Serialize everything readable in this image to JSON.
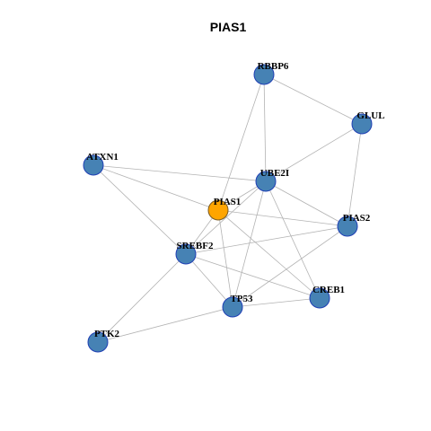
{
  "title": "PIAS1",
  "colors": {
    "node_fill": "#4682B4",
    "node_stroke": "#1F3FB4",
    "focus_fill": "#FFA500",
    "focus_stroke": "#7A5A20",
    "edge": "#B3B3B3"
  },
  "nodes": [
    {
      "id": "RBBP6",
      "label": "RBBP6",
      "focus": false
    },
    {
      "id": "GLUL",
      "label": "GLUL",
      "focus": false
    },
    {
      "id": "ATXN1",
      "label": "ATXN1",
      "focus": false
    },
    {
      "id": "UBE2I",
      "label": "UBE2I",
      "focus": false
    },
    {
      "id": "PIAS1",
      "label": "PIAS1",
      "focus": true
    },
    {
      "id": "PIAS2",
      "label": "PIAS2",
      "focus": false
    },
    {
      "id": "SREBF2",
      "label": "SREBF2",
      "focus": false
    },
    {
      "id": "CREB1",
      "label": "CREB1",
      "focus": false
    },
    {
      "id": "TP53",
      "label": "TP53",
      "focus": false
    },
    {
      "id": "PTK2",
      "label": "PTK2",
      "focus": false
    }
  ],
  "edges": [
    [
      "RBBP6",
      "GLUL"
    ],
    [
      "RBBP6",
      "UBE2I"
    ],
    [
      "RBBP6",
      "PIAS1"
    ],
    [
      "GLUL",
      "UBE2I"
    ],
    [
      "GLUL",
      "PIAS2"
    ],
    [
      "ATXN1",
      "UBE2I"
    ],
    [
      "ATXN1",
      "PIAS1"
    ],
    [
      "ATXN1",
      "SREBF2"
    ],
    [
      "UBE2I",
      "PIAS1"
    ],
    [
      "UBE2I",
      "PIAS2"
    ],
    [
      "UBE2I",
      "SREBF2"
    ],
    [
      "UBE2I",
      "TP53"
    ],
    [
      "UBE2I",
      "CREB1"
    ],
    [
      "PIAS1",
      "PIAS2"
    ],
    [
      "PIAS1",
      "SREBF2"
    ],
    [
      "PIAS1",
      "TP53"
    ],
    [
      "PIAS1",
      "CREB1"
    ],
    [
      "PIAS2",
      "SREBF2"
    ],
    [
      "PIAS2",
      "TP53"
    ],
    [
      "SREBF2",
      "TP53"
    ],
    [
      "SREBF2",
      "CREB1"
    ],
    [
      "SREBF2",
      "PTK2"
    ],
    [
      "TP53",
      "CREB1"
    ],
    [
      "TP53",
      "PTK2"
    ]
  ]
}
